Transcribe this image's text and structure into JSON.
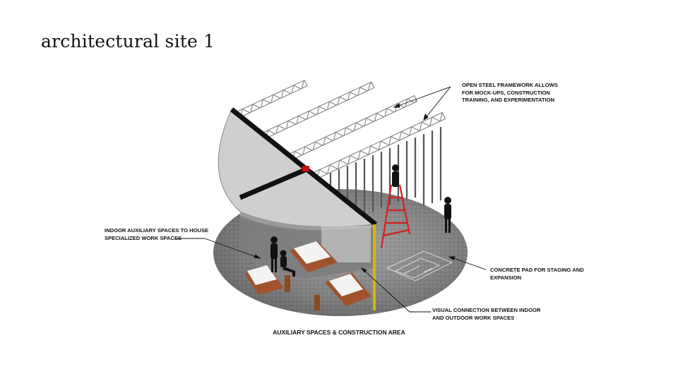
{
  "title": "architectural site 1",
  "annotations": {
    "steel_framework": [
      "OPEN STEEL FRAMEWORK ALLOWS",
      "FOR MOCK-UPS, CONSTRUCTION",
      "TRAINING, AND EXPERIMENTATION"
    ],
    "indoor_spaces": [
      "INDOOR AUXILIARY SPACES TO HOUSE",
      "SPECIALIZED WORK SPACES"
    ],
    "concrete_pad": [
      "CONCRETE PAD FOR STAGING AND",
      "EXPANSION"
    ],
    "visual_connection": [
      "VISUAL CONNECTION BETWEEN INDOOR",
      "AND OUTDOOR WORK SPACES"
    ]
  },
  "caption": "AUXILIARY SPACES & CONSTRUCTION AREA",
  "colors": {
    "roof": "#cfcfcf",
    "concrete": "#8a8a8a",
    "wood": "#a0522d",
    "accent_red": "#cc1111",
    "ladder": "#d42020",
    "steel": "#9a9a9a"
  }
}
